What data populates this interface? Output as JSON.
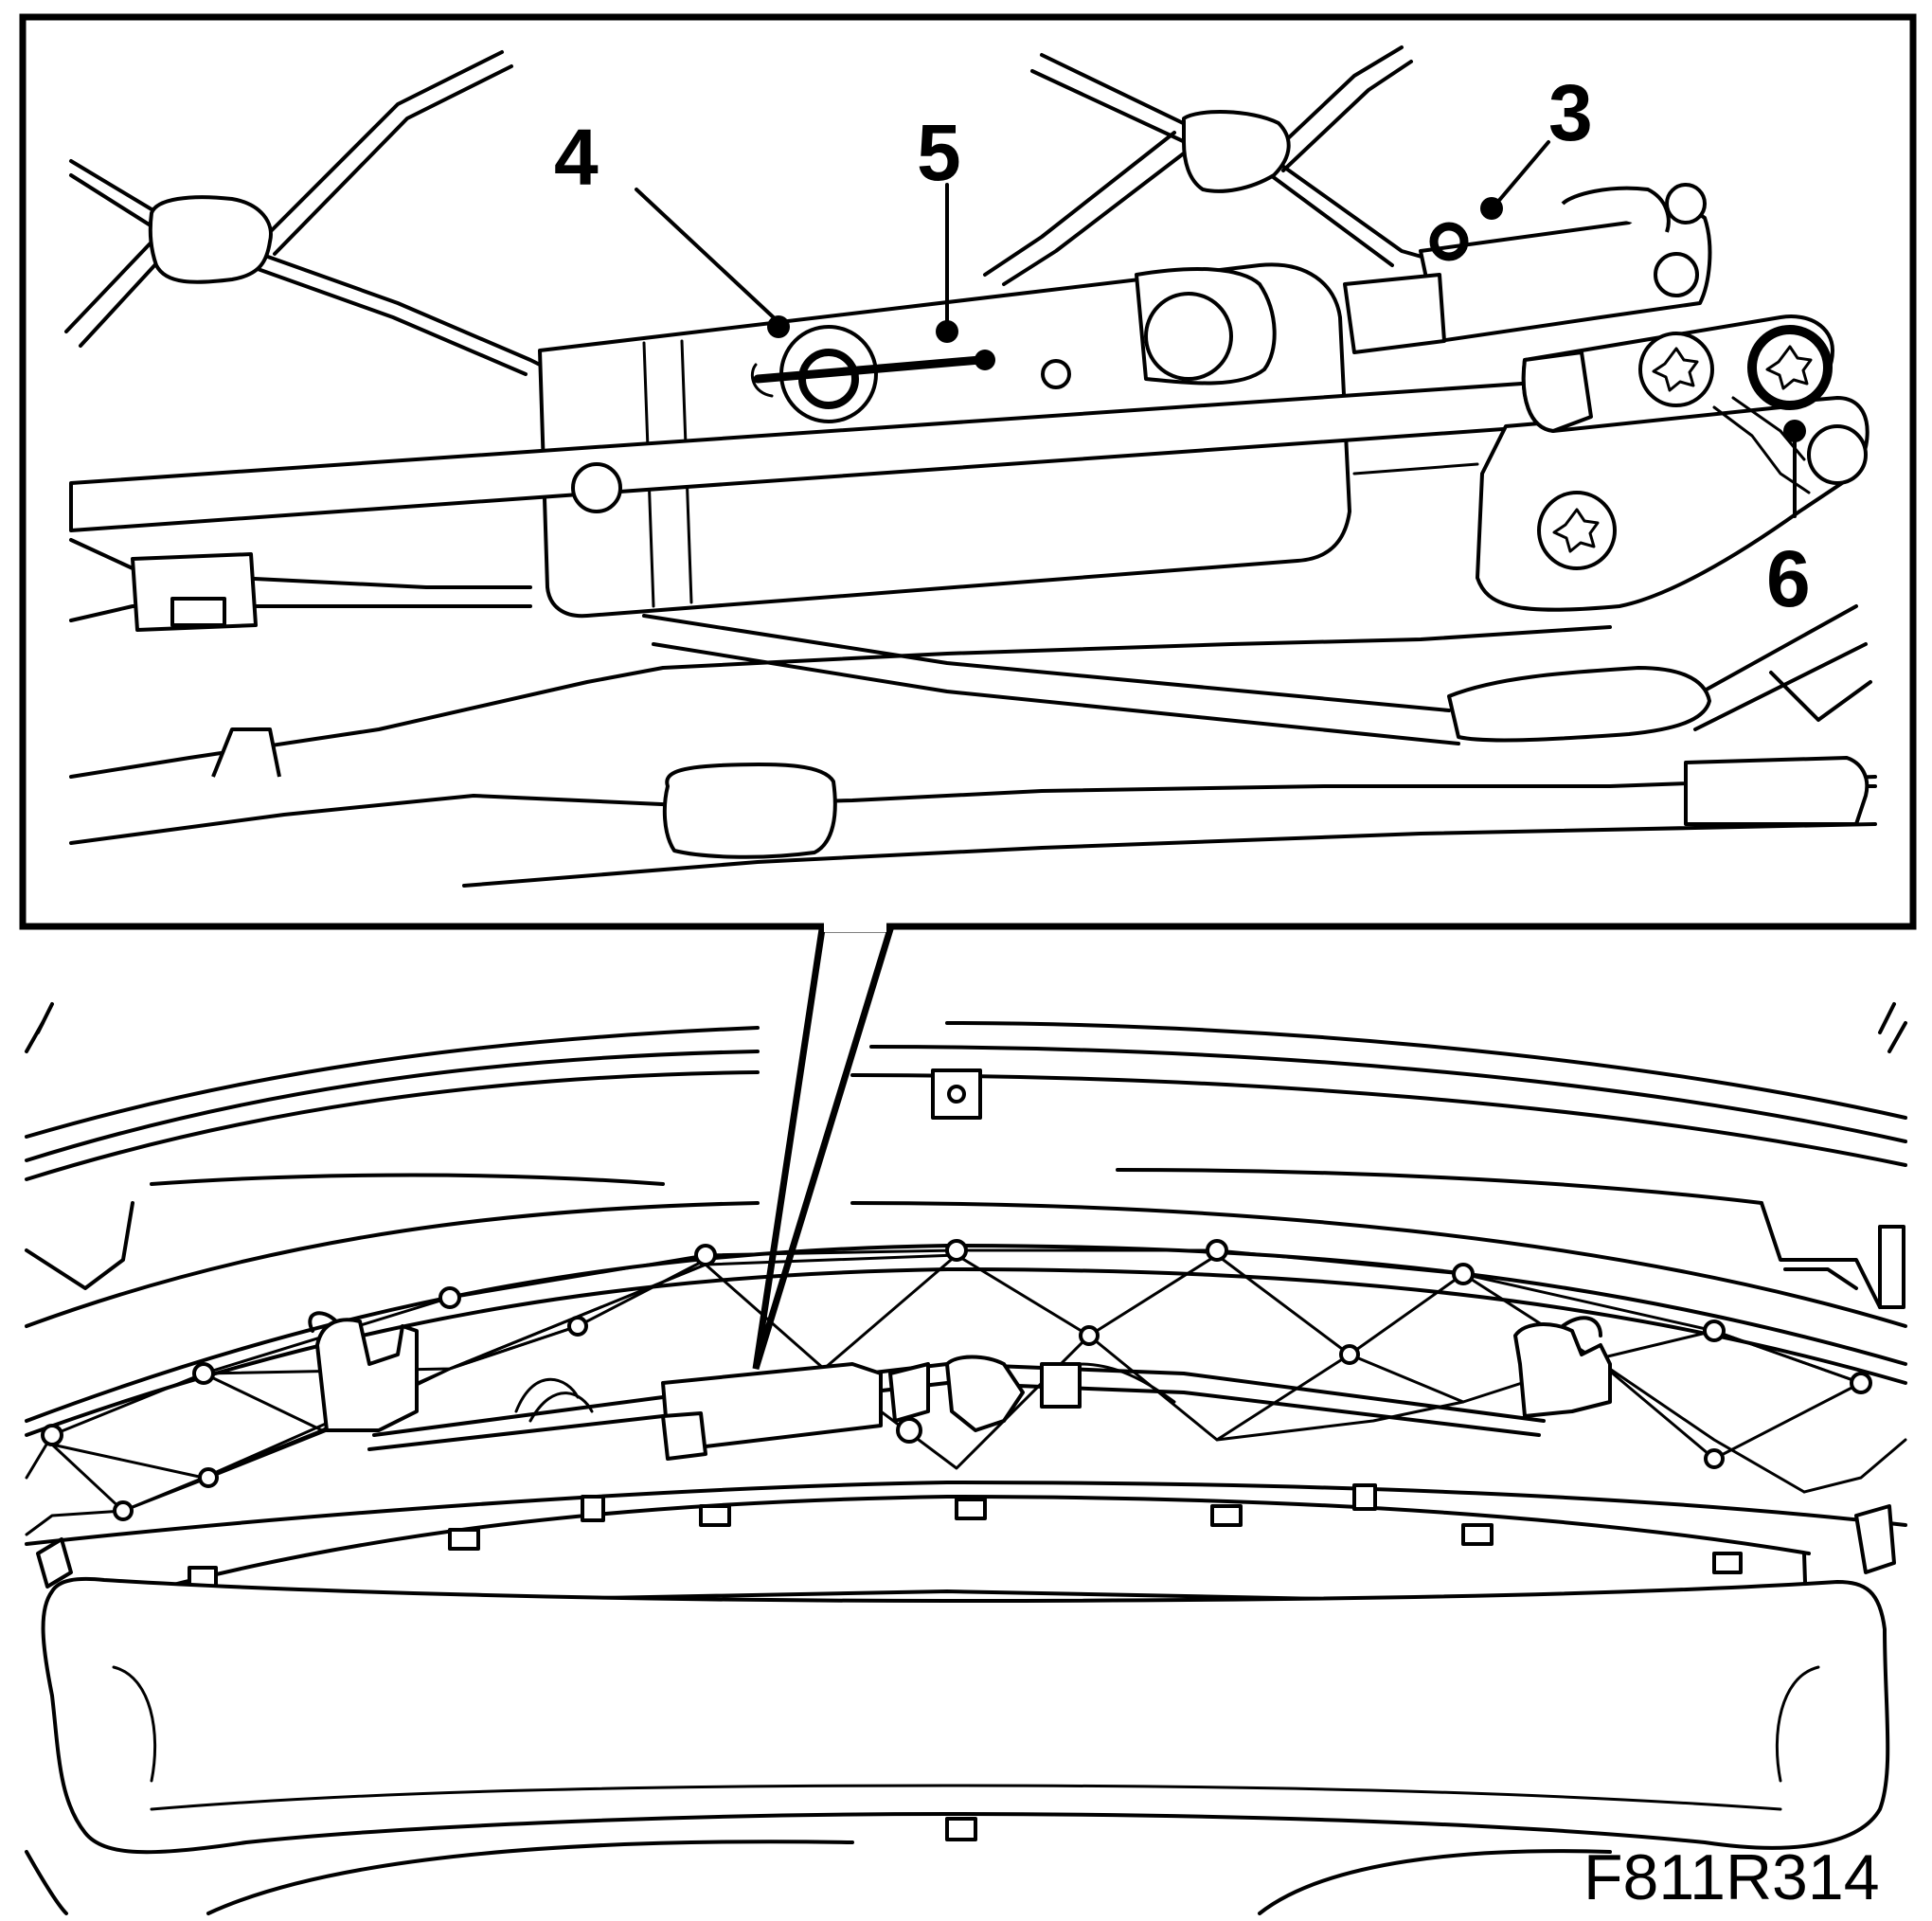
{
  "callouts": [
    {
      "id": "3",
      "label": "3"
    },
    {
      "id": "4",
      "label": "4"
    },
    {
      "id": "5",
      "label": "5"
    },
    {
      "id": "6",
      "label": "6"
    }
  ],
  "figure_code": "F811R314"
}
